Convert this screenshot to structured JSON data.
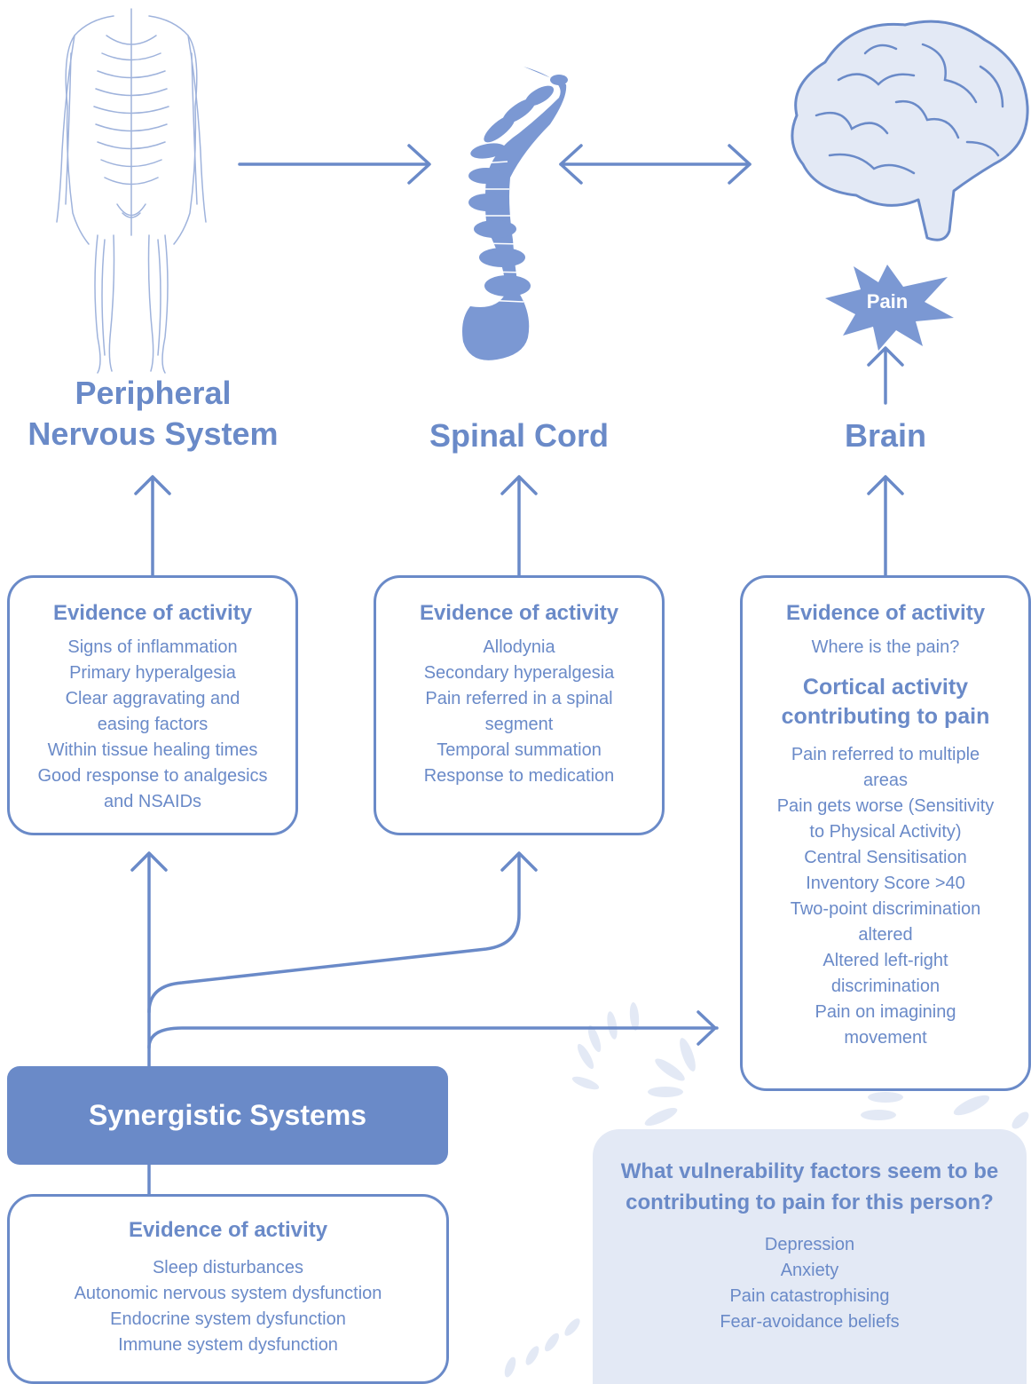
{
  "colors": {
    "accent": "#6a8ac8",
    "light_fill": "#e3e9f5",
    "icon_fill": "#7b98d3",
    "line_art": "#9fb3dc"
  },
  "headings": {
    "peripheral": "Peripheral\nNervous System",
    "spinal": "Spinal Cord",
    "brain": "Brain"
  },
  "pain_badge": "Pain",
  "peripheral_box": {
    "title": "Evidence of activity",
    "items": [
      "Signs of inflammation",
      "Primary hyperalgesia",
      "Clear aggravating and",
      "easing factors",
      "Within tissue healing times",
      "Good response to analgesics",
      "and NSAIDs"
    ]
  },
  "spinal_box": {
    "title": "Evidence of activity",
    "items": [
      "Allodynia",
      "Secondary hyperalgesia",
      "Pain referred in a spinal",
      "segment",
      "Temporal summation",
      "Response to medication"
    ]
  },
  "brain_box": {
    "title": "Evidence of activity",
    "question": "Where is the pain?",
    "subtitle": "Cortical activity\ncontributing to pain",
    "items": [
      "Pain referred to multiple",
      "areas",
      "Pain gets worse (Sensitivity",
      "to Physical Activity)",
      "Central Sensitisation",
      "Inventory Score >40",
      "Two-point discrimination",
      "altered",
      "Altered left-right",
      "discrimination",
      "Pain on imagining",
      "movement"
    ]
  },
  "synergistic": {
    "label": "Synergistic Systems",
    "title": "Evidence of activity",
    "items": [
      "Sleep disturbances",
      "Autonomic nervous system dysfunction",
      "Endocrine system dysfunction",
      "Immune system dysfunction"
    ]
  },
  "vulnerability": {
    "question": "What vulnerability factors seem to be contributing to pain for this person?",
    "items": [
      "Depression",
      "Anxiety",
      "Pain catastrophising",
      "Fear-avoidance beliefs"
    ]
  }
}
